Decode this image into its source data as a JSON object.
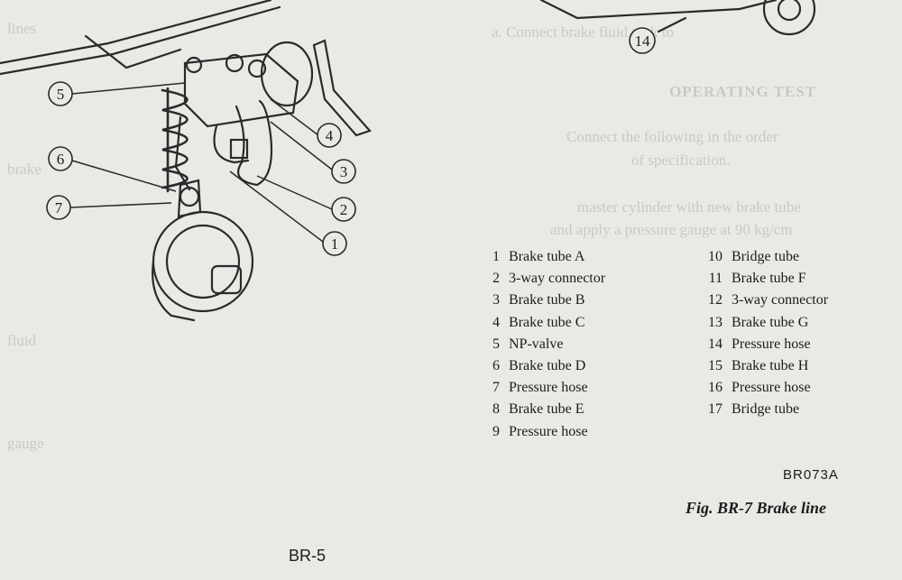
{
  "callouts": [
    "1",
    "2",
    "3",
    "4",
    "5",
    "6",
    "7",
    "14"
  ],
  "legend": {
    "left": [
      {
        "num": "1",
        "label": "Brake tube A"
      },
      {
        "num": "2",
        "label": "3-way connector"
      },
      {
        "num": "3",
        "label": "Brake tube B"
      },
      {
        "num": "4",
        "label": "Brake tube C"
      },
      {
        "num": "5",
        "label": "NP-valve"
      },
      {
        "num": "6",
        "label": "Brake tube D"
      },
      {
        "num": "7",
        "label": "Pressure hose"
      },
      {
        "num": "8",
        "label": "Brake tube E"
      },
      {
        "num": "9",
        "label": "Pressure hose"
      }
    ],
    "right": [
      {
        "num": "10",
        "label": "Bridge tube"
      },
      {
        "num": "11",
        "label": "Brake tube F"
      },
      {
        "num": "12",
        "label": "3-way connector"
      },
      {
        "num": "13",
        "label": "Brake tube G"
      },
      {
        "num": "14",
        "label": "Pressure hose"
      },
      {
        "num": "15",
        "label": "Brake tube H"
      },
      {
        "num": "16",
        "label": "Pressure hose"
      },
      {
        "num": "17",
        "label": "Bridge tube"
      }
    ]
  },
  "ref_code": "BR073A",
  "caption": "Fig. BR-7  Brake line",
  "page_number": "BR-5",
  "ghost_text": {
    "heading": "OPERATING TEST",
    "lines": [
      "Connect the following in the order",
      "of specification.",
      "a. Connect brake fluid tank to",
      "master cylinder with new brake tube",
      "and apply a pressure gauge at 90 kg/cm"
    ],
    "left_column": [
      "lines",
      "brake",
      "fluid",
      "gauge"
    ]
  },
  "colors": {
    "paper": "#e9e9e6",
    "ink": "#1c1c1c",
    "ghost": "#c9c9c4"
  }
}
